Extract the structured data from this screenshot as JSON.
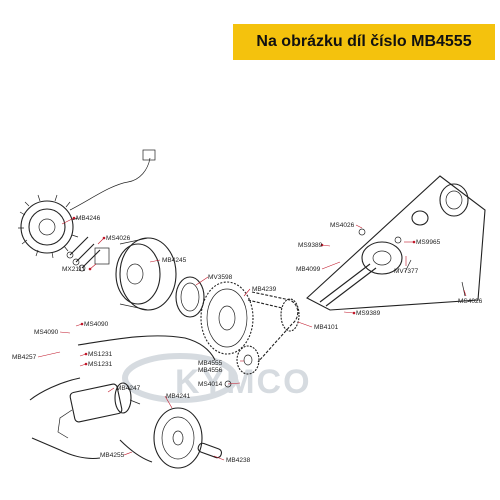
{
  "banner": {
    "text": "Na obrázku díl číslo MB4555"
  },
  "watermark": {
    "text": "KYMCO"
  },
  "colors": {
    "banner_bg": "#f4c20d",
    "leader": "#c0182a",
    "lines": "#222222"
  },
  "labels": {
    "MB4246": "MB4246",
    "MS4026_a": "MS4026",
    "MB4245": "MB4245",
    "MX2111": "MX2111",
    "MV3598": "MV3598",
    "MB4239": "MB4239",
    "MS4090_a": "MS4090",
    "MS4090_b": "MS4090",
    "MB4257": "MB4257",
    "MS1231_a": "MS1231",
    "MS1231_b": "MS1231",
    "MB4247": "MB4247",
    "MB4241": "MB4241",
    "MB4255": "MB4255",
    "MB4238": "MB4238",
    "MB4555": "MB4555",
    "MB4556": "MB4556",
    "MS4014": "MS4014",
    "MB4101": "MB4101",
    "MS9389_a": "MS9389",
    "MS9389_b": "MS9389",
    "MB4099": "MB4099",
    "MV7377": "MV7377",
    "MS4026_b": "MS4026",
    "MS4026_c": "MS4026",
    "MS9965": "MS9965"
  }
}
